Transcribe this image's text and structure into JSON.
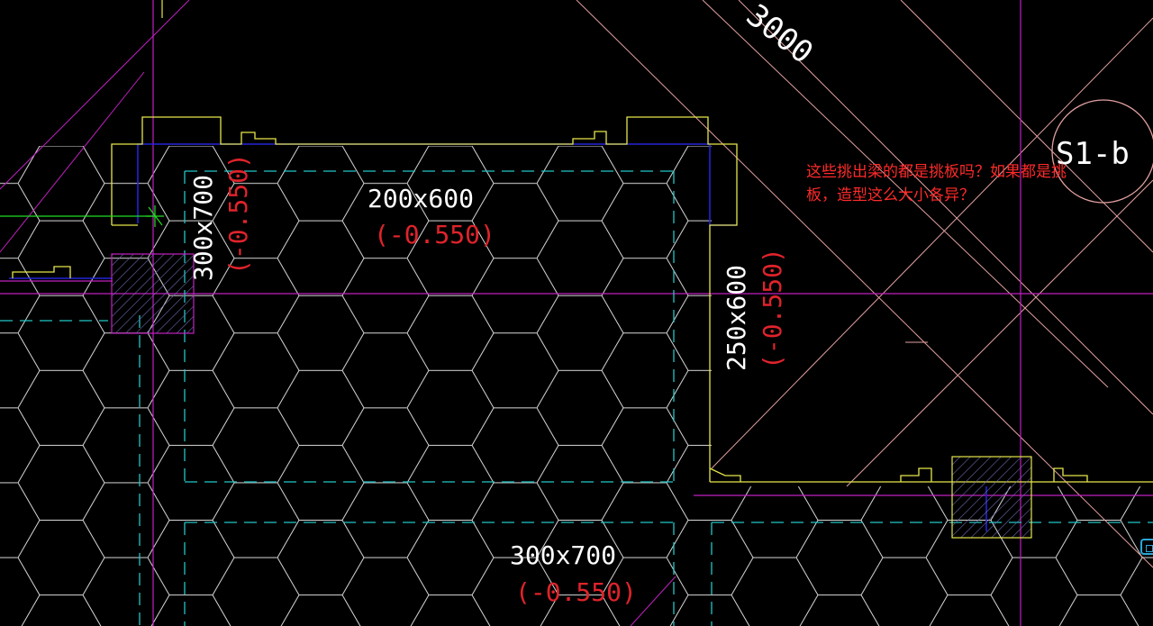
{
  "drawing": {
    "beam_labels": [
      {
        "id": "top-beam",
        "size": "200x600",
        "elevation": "(-0.550)"
      },
      {
        "id": "left-beam",
        "size": "300x700",
        "elevation": "(-0.550)"
      },
      {
        "id": "right-beam",
        "size": "250x600",
        "elevation": "(-0.550)"
      },
      {
        "id": "bottom-beam",
        "size": "300x700",
        "elevation": "(-0.550)"
      }
    ],
    "dimension_fragment": "3000",
    "grid_bubble": "S1-b"
  },
  "annotation": {
    "line1": "这些挑出梁的都是挑板吗？如果都是挑",
    "line2": "板，造型这么大小各异？"
  },
  "colors": {
    "background": "#000000",
    "outline": "#e6e64a",
    "beam_edge": "#2424d8",
    "dashed": "#22c6c6",
    "axis": "#c020c0",
    "hatch": "#ffffff",
    "annotation": "#ff2a2a"
  }
}
